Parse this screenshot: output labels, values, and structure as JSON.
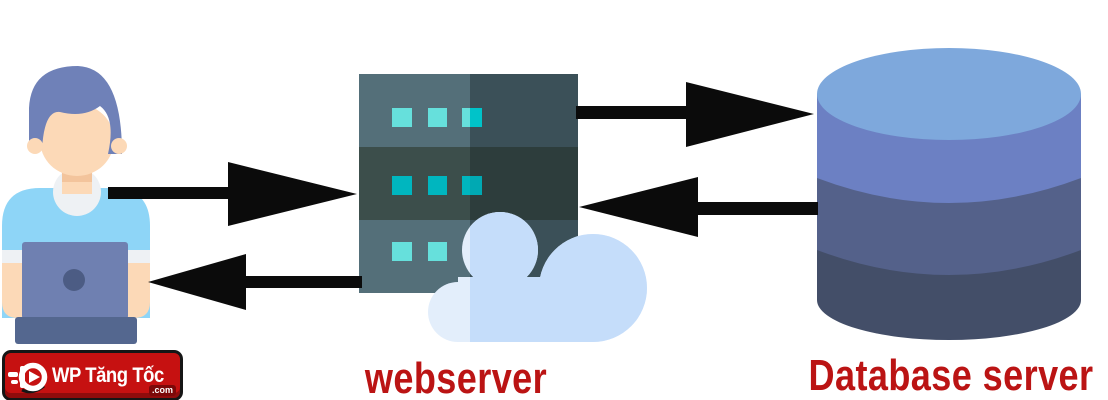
{
  "labels": {
    "webserver": "webserver",
    "database": "Database server",
    "label_color": "#BB1414"
  },
  "logo": {
    "brand": "WP Tăng Tốc",
    "tld": ".com",
    "bg_color": "#C61111",
    "text_color": "#FFFFFF"
  },
  "diagram": {
    "nodes": [
      {
        "id": "user",
        "icon": "person-laptop-icon",
        "label": ""
      },
      {
        "id": "webserver",
        "icon": "server-rack-cloud-icon",
        "label": "webserver"
      },
      {
        "id": "database",
        "icon": "database-cylinder-icon",
        "label": "Database server"
      }
    ],
    "arrows": [
      {
        "from": "user",
        "to": "webserver",
        "direction": "right"
      },
      {
        "from": "webserver",
        "to": "user",
        "direction": "left"
      },
      {
        "from": "webserver",
        "to": "database",
        "direction": "right"
      },
      {
        "from": "database",
        "to": "webserver",
        "direction": "left"
      }
    ]
  },
  "colors": {
    "arrow": "#0B0B0B",
    "server_light": "#546F79",
    "server_light_shade": "#3B5058",
    "server_dark": "#3C4E4B",
    "server_dark_shade": "#2D3D3C",
    "led_cyan": "#66E0DC",
    "led_cyan_shade": "#00C3C9",
    "led_teal": "#00B6BF",
    "led_teal_shade": "#00A9B3",
    "cloud": "#C5DDFA",
    "cloud_light": "#E3EEFB",
    "db_top": "#7EA8DC",
    "db_band1": "#6C80C3",
    "db_band2": "#54618A",
    "db_band3": "#434E68",
    "skin": "#FCD9B7",
    "skin_shade": "#F3C49C",
    "hair": "#6F81B8",
    "shirt": "#8ED5F7",
    "collar": "#EEF1F4",
    "laptop": "#6F80B1",
    "laptop_dot": "#4C5C84",
    "laptop_base": "#54678F"
  }
}
